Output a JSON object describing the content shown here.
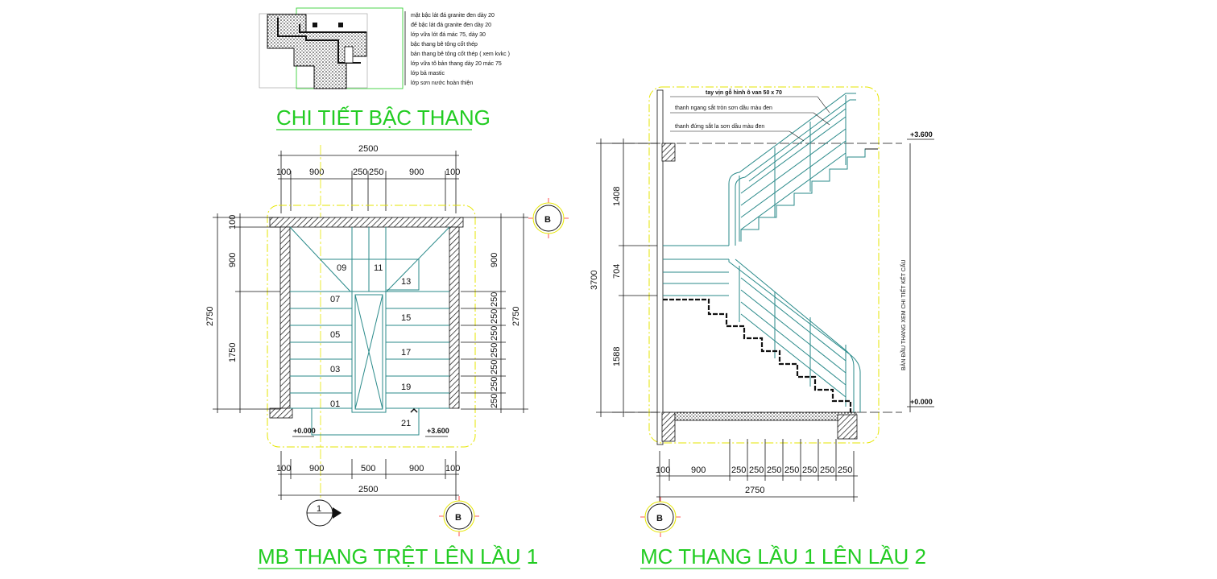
{
  "titles": {
    "detail": "CHI TIẾT BẬC THANG",
    "plan": "MB THANG TRỆT LÊN LẦU 1",
    "section": "MC THANG LẦU 1 LÊN LẦU 2"
  },
  "detail_notes": [
    "mặt bậc lát đá granite đen dày 20",
    "đế bậc lát đá granite đen dày 20",
    "lớp vữa lót đá mác 75, dày 30",
    "bậc thang bê tông cốt thép",
    "bản thang bê tông cốt thép ( xem kvkc )",
    "lớp vữa tô bản thang dày 20 mác 75",
    "lớp bả mastic",
    "lớp sơn nước hoàn thiện"
  ],
  "plan": {
    "top_total": "2500",
    "top_dims": [
      "100",
      "900",
      "250",
      "250",
      "900",
      "100"
    ],
    "bottom_dims": [
      "100",
      "900",
      "500",
      "900",
      "100"
    ],
    "bottom_total": "2500",
    "left_total": "2750",
    "left_dims": [
      "100",
      "900",
      "1750"
    ],
    "right_total": "2750",
    "right_dims": [
      "900",
      "250",
      "250",
      "250",
      "250",
      "250",
      "250",
      "250"
    ],
    "step_numbers": [
      "09",
      "11",
      "13",
      "07",
      "05",
      "15",
      "17",
      "03",
      "19",
      "01",
      "21"
    ],
    "level_left": "+0.000",
    "level_right": "+3.600",
    "axis_marks": [
      "B",
      "B",
      "1"
    ]
  },
  "section": {
    "notes": [
      "tay vịn gỗ hình ô van 50 x 70",
      "thanh ngang sắt tròn sơn dầu màu đen",
      "thanh đứng sắt la sơn dầu màu đen"
    ],
    "left_total": "3700",
    "left_dims": [
      "1408",
      "704",
      "1588"
    ],
    "bottom_dims": [
      "100",
      "900",
      "250",
      "250",
      "250",
      "250",
      "250",
      "250",
      "250"
    ],
    "bottom_total": "2750",
    "level_top": "+3.600",
    "level_bottom": "+0.000",
    "right_vertical_note": "BẢN ĐẦU THANG XEM CHI TIẾT KẾT CẤU",
    "axis_mark": "B"
  },
  "colors": {
    "title": "#22cc22",
    "frame": "#e6e600",
    "stair": "#2a8a8a",
    "axis": "#ff2222"
  }
}
